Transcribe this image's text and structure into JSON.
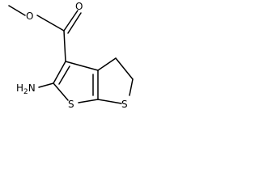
{
  "molecule": {
    "atoms": {
      "carbonyl_oxygen": "O",
      "ester_oxygen": "O",
      "amine": "H2N",
      "sulfur_ring_a": "S",
      "sulfur_ring_b": "S"
    }
  }
}
